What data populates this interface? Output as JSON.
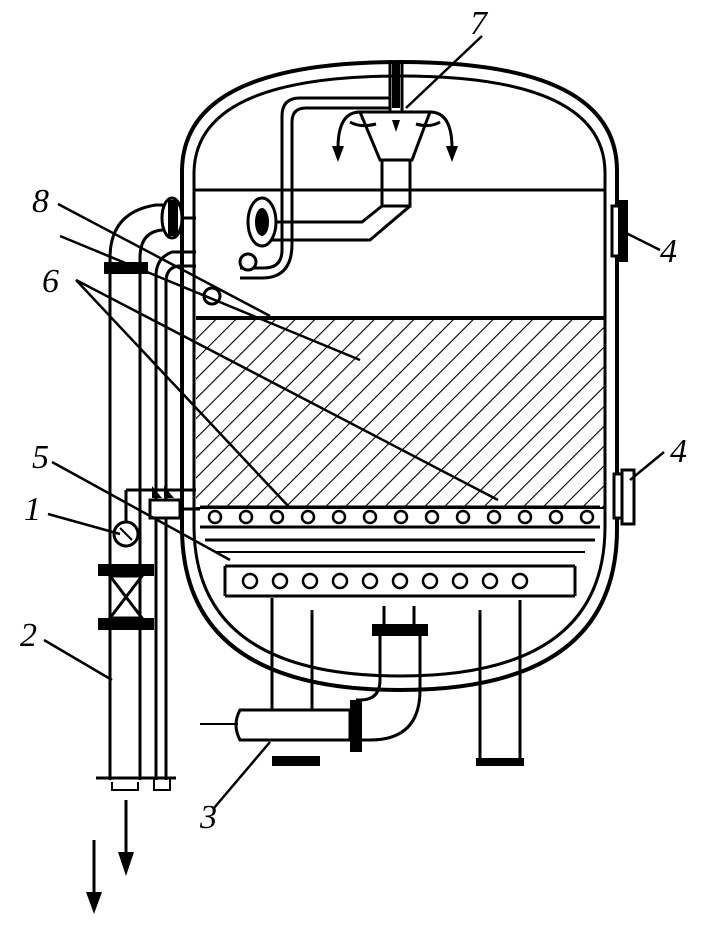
{
  "figure": {
    "labels": {
      "l1": "1",
      "l2": "2",
      "l3": "3",
      "l4a": "4",
      "l4b": "4",
      "l5": "5",
      "l6": "6",
      "l7": "7",
      "l8": "8"
    }
  }
}
